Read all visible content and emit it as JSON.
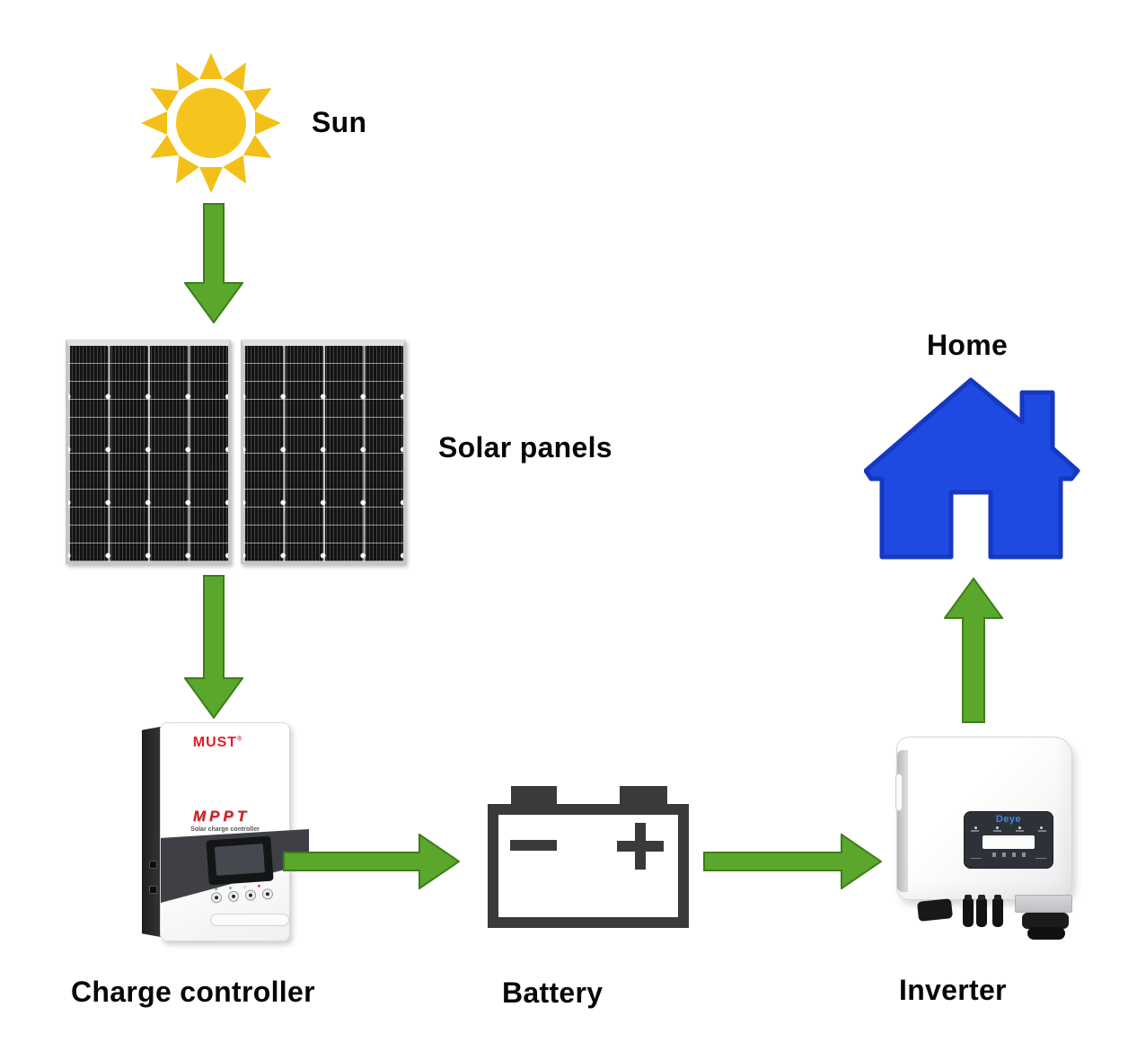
{
  "diagram": {
    "type": "flow",
    "background": "#ffffff",
    "nodes": [
      {
        "id": "sun",
        "label": "Sun",
        "icon": "sun-icon"
      },
      {
        "id": "solar_panels",
        "label": "Solar panels",
        "icon": "solar-panel-icon",
        "panel_count": 2
      },
      {
        "id": "charge_controller",
        "label": "Charge controller",
        "icon": "charge-controller-photo"
      },
      {
        "id": "battery",
        "label": "Battery",
        "icon": "battery-icon"
      },
      {
        "id": "inverter",
        "label": "Inverter",
        "icon": "inverter-photo"
      },
      {
        "id": "home",
        "label": "Home",
        "icon": "home-icon"
      }
    ],
    "edges": [
      {
        "from": "sun",
        "to": "solar_panels",
        "direction": "down"
      },
      {
        "from": "solar_panels",
        "to": "charge_controller",
        "direction": "down"
      },
      {
        "from": "charge_controller",
        "to": "battery",
        "direction": "right"
      },
      {
        "from": "battery",
        "to": "inverter",
        "direction": "right"
      },
      {
        "from": "inverter",
        "to": "home",
        "direction": "up"
      }
    ],
    "devices": {
      "charge_controller": {
        "brand": "MUST",
        "brand_mark": "®",
        "model": "MPPT",
        "subtitle": "Solar charge controller"
      },
      "inverter": {
        "brand": "Deye"
      }
    },
    "battery_terminals": {
      "negative": "−",
      "positive": "+"
    },
    "colors": {
      "arrow_fill": "#5aa72c",
      "arrow_stroke": "#3e7d1c",
      "sun_yellow": "#f2c018",
      "home_blue": "#1e4ae2",
      "home_stroke": "#1638c0",
      "battery_dark": "#3a3a3a",
      "brand_red": "#e31e25",
      "label_color": "#070707"
    }
  }
}
